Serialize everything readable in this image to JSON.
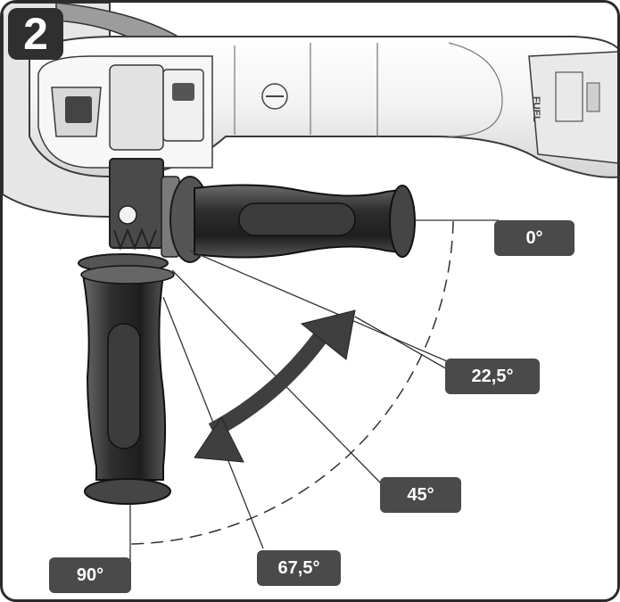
{
  "step_number": "2",
  "angle_labels": {
    "a0": "0°",
    "a22_5": "22,5°",
    "a45": "45°",
    "a67_5": "67,5°",
    "a90": "90°"
  },
  "colors": {
    "label_background": "#4a4a4a",
    "badge_background": "#2f2f2f",
    "tool_body": "#ececec",
    "handle": "#3a3a3a",
    "arrow": "#3f3f3f"
  },
  "product_logo_text": "FUEL"
}
